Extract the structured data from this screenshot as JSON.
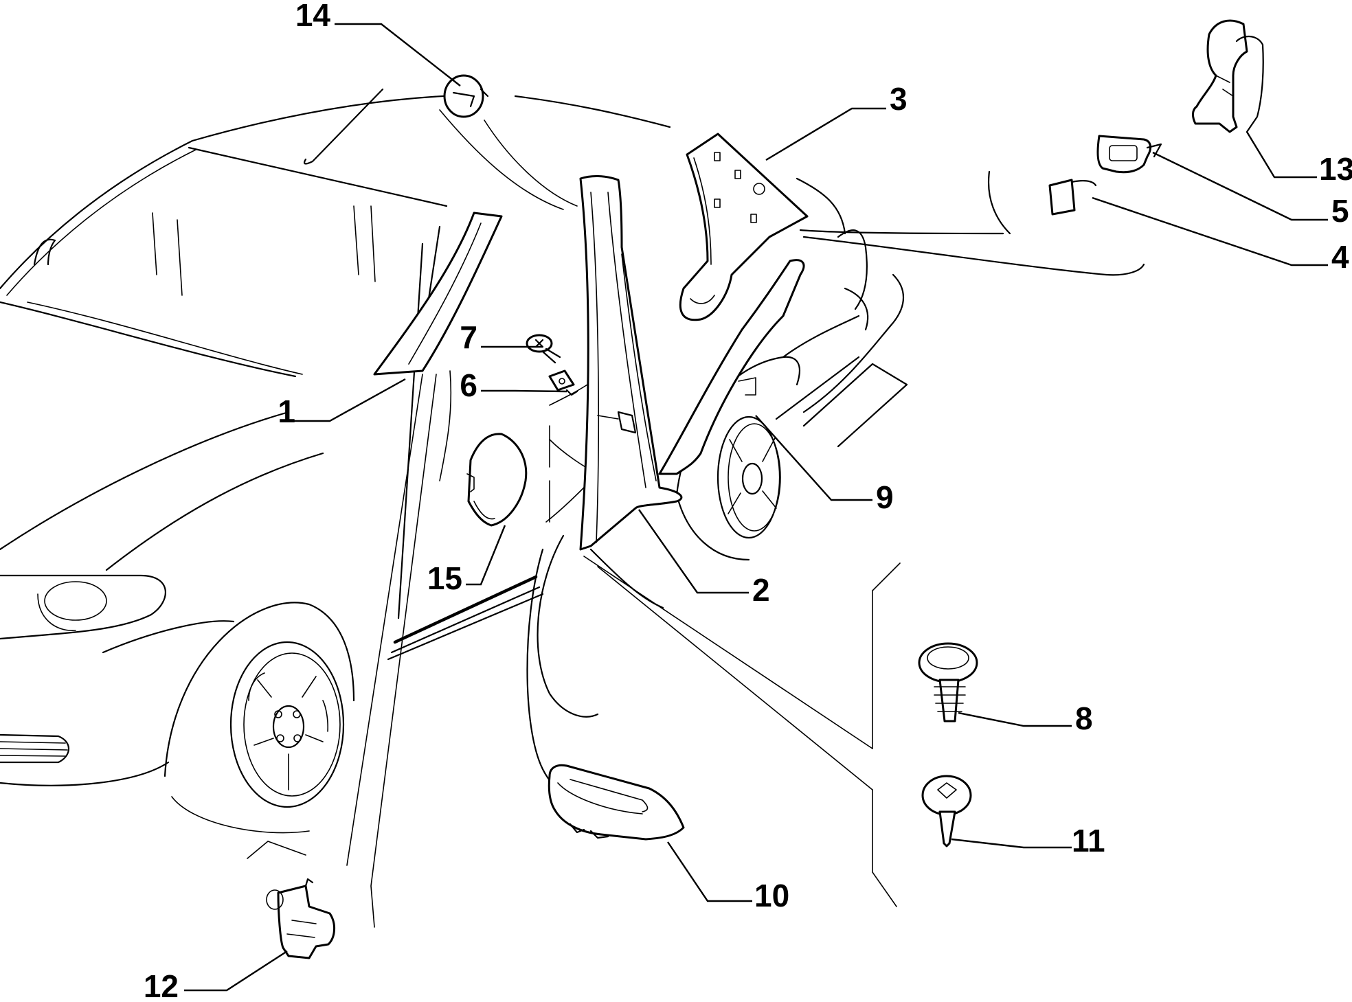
{
  "diagram": {
    "type": "exploded-parts-diagram",
    "colors": {
      "line": "#000000",
      "background": "#ffffff"
    },
    "callouts": [
      {
        "id": "c1",
        "label": "1"
      },
      {
        "id": "c2",
        "label": "2"
      },
      {
        "id": "c3",
        "label": "3"
      },
      {
        "id": "c4",
        "label": "4"
      },
      {
        "id": "c5",
        "label": "5"
      },
      {
        "id": "c6",
        "label": "6"
      },
      {
        "id": "c7",
        "label": "7"
      },
      {
        "id": "c8",
        "label": "8"
      },
      {
        "id": "c9",
        "label": "9"
      },
      {
        "id": "c10",
        "label": "10"
      },
      {
        "id": "c11",
        "label": "11"
      },
      {
        "id": "c12",
        "label": "12"
      },
      {
        "id": "c13",
        "label": "13"
      },
      {
        "id": "c14",
        "label": "14"
      },
      {
        "id": "c15",
        "label": "15"
      }
    ]
  }
}
